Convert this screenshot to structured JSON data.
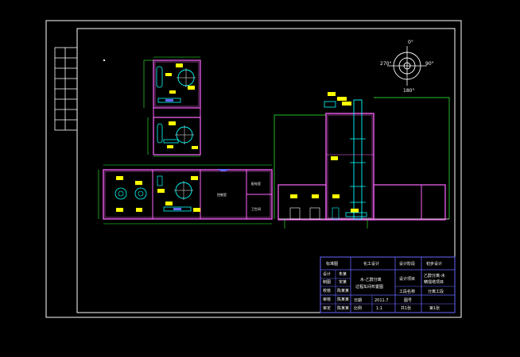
{
  "compass": {
    "north": "0°",
    "east": "90°",
    "south": "180°",
    "west": "270°"
  },
  "rooms": {
    "control_room": "控制室",
    "distribution_room": "配电室",
    "restroom": "卫生间"
  },
  "title_block": {
    "drawing_category_label": "标准图",
    "drawing_category_value": "化工设计",
    "design_stage_label": "设计阶段",
    "design_stage_value": "初步设计",
    "designed_by_label": "设计",
    "designed_by": "朱某",
    "drawn_by_label": "制图",
    "drawn_by": "宋某",
    "checked_by_label": "校核",
    "checked_by": "陈某某",
    "reviewed_by_label": "审核",
    "reviewed_by": "陈某某",
    "approved_by_label": "审定",
    "approved_by": "陈某某",
    "drawing_title_line1": "水-乙醇分离",
    "drawing_title_line2": "过程车间布置图",
    "project_label": "设计项目",
    "project_value_line1": "乙醇分离-水",
    "project_value_line2": "精馏塔项目",
    "work_item_label": "工段名称",
    "work_item_value": "分离工段",
    "date_label": "日期",
    "date_value": "2011.7",
    "scale_label": "比例",
    "scale_value": "1:1",
    "sheet_label": "图号",
    "sheet_no_label": "共1张",
    "sheet_no_value": "第1张"
  }
}
